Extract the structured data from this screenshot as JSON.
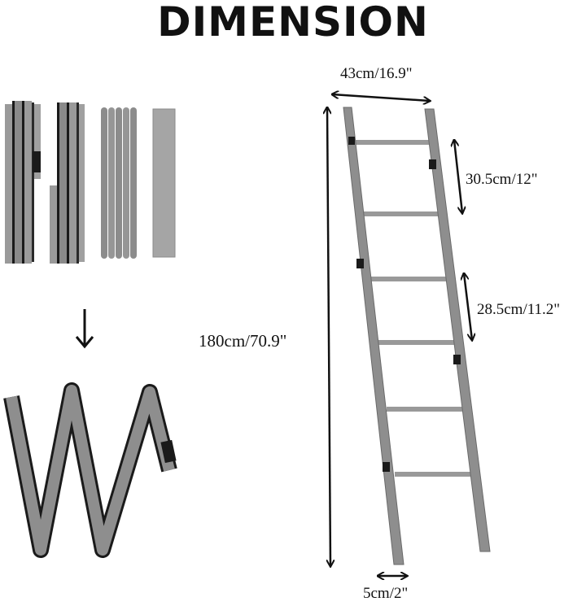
{
  "title": "DIMENSION",
  "dimensions": {
    "width": "43cm/16.9\"",
    "top_gap": "30.5cm/12\"",
    "mid_gap": "28.5cm/11.2\"",
    "height": "180cm/70.9\"",
    "depth": "5cm/2\""
  },
  "colors": {
    "wood": "#8e8e8e",
    "wood_light": "#a9a9a9",
    "wood_dark": "#6a6a6a",
    "hinge": "#1a1a1a",
    "ink": "#111111"
  },
  "icons": {
    "fold_arrow": "down-arrow-icon"
  }
}
